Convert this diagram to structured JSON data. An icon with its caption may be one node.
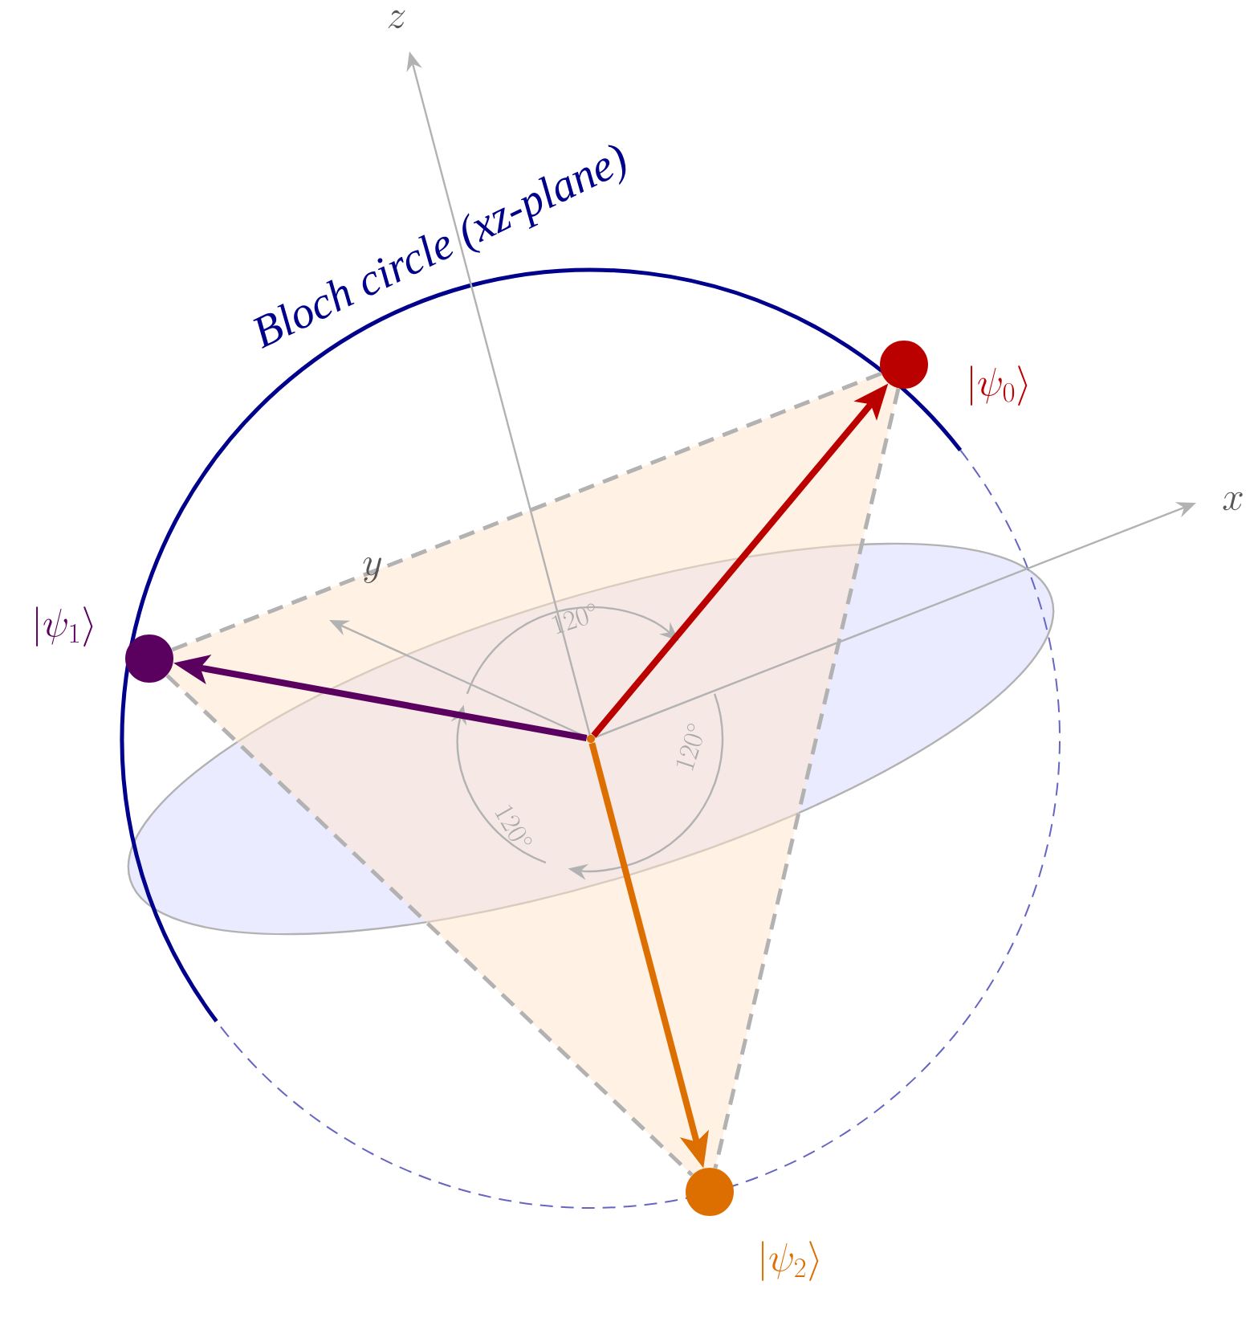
{
  "diagram": {
    "nodes": [
      {
        "text": [],
        "shape": "circle"
      },
      {
        "text": [],
        "shape": "circle",
        "beside": [
          "|\\psi_0\\rangle"
        ]
      },
      {
        "text": [],
        "shape": "circle",
        "beside": [
          "|\\psi_1\\rangle"
        ]
      },
      {
        "text": [],
        "shape": "circle",
        "beside": [
          "|\\psi_2\\rangle"
        ]
      }
    ],
    "edges": [
      {
        "from": 0,
        "to": 1,
        "arrow": "to",
        "color": "#bb0000"
      },
      {
        "from": 0,
        "to": 2,
        "arrow": "to",
        "color": "#5a005f"
      },
      {
        "from": 0,
        "to": 3,
        "arrow": "to",
        "color": "#dd6f00"
      },
      {
        "from": 2,
        "to": 1,
        "arrow": "none",
        "style": "dashed"
      },
      {
        "from": 1,
        "to": 3,
        "arrow": "none",
        "style": "dashed"
      },
      {
        "from": 2,
        "to": 3,
        "arrow": "none",
        "style": "dashed"
      }
    ],
    "labels": [
      "z",
      "Bloch circle (xz-plane)",
      "x",
      "y",
      "120^\\circ",
      "120^\\circ",
      "120^\\circ"
    ]
  }
}
